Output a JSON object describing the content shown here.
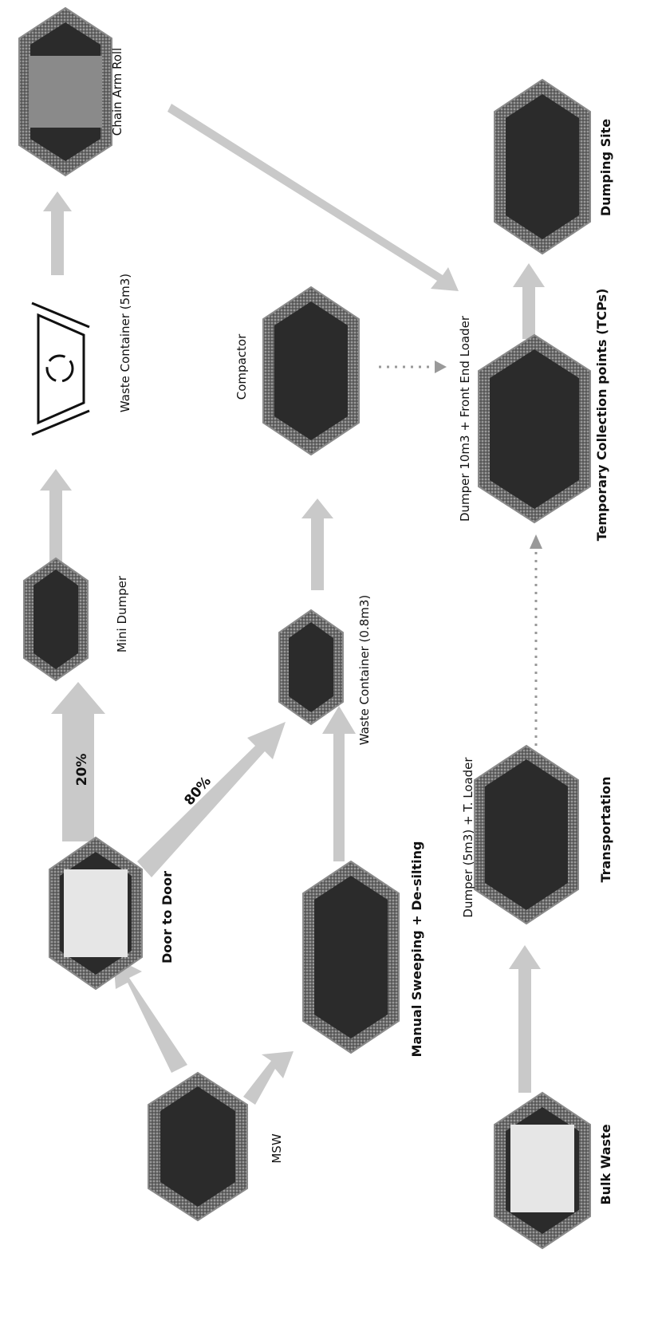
{
  "nodes": {
    "msw": "MSW",
    "door_to_door": "Door to Door",
    "manual_sweeping": "Manual Sweeping + De-silting",
    "bulk_waste": "Bulk Waste",
    "mini_dumper": "Mini Dumper",
    "waste_container_08": "Waste Container (0.8m3)",
    "transportation": "Transportation",
    "waste_container_5": "Waste Container (5m3)",
    "compactor": "Compactor",
    "tcp": "Temporary Collection points (TCPs)",
    "chain_arm_roll": "Chain Arm Roll",
    "dumping_site": "Dumping Site"
  },
  "edges": {
    "pct_20": "20%",
    "pct_80": "80%",
    "dumper_5_tloader": "Dumper (5m3) + T. Loader",
    "dumper_10_front_loader": "Dumper 10m3 + Front End Loader"
  },
  "colors": {
    "hex_fill": "#2b2b2b",
    "arrow_fill": "#c9c9c9"
  },
  "icons": {
    "waste_container_5": "recycle-bin-icon"
  }
}
